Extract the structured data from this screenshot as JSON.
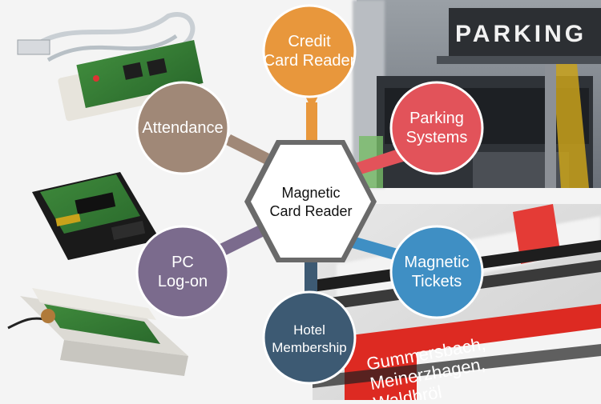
{
  "center": {
    "line1": "Magnetic",
    "line2": "Card Reader"
  },
  "nodes": [
    {
      "id": "credit-card-reader",
      "line1": "Credit",
      "line2": "Card Reader",
      "color": "#e8973c"
    },
    {
      "id": "parking-systems",
      "line1": "Parking",
      "line2": "Systems",
      "color": "#e2535a"
    },
    {
      "id": "magnetic-tickets",
      "line1": "Magnetic",
      "line2": "Tickets",
      "color": "#3f8fc4"
    },
    {
      "id": "hotel-membership",
      "line1": "Hotel",
      "line2": "Membership",
      "color": "#3d5a73"
    },
    {
      "id": "pc-log-on",
      "line1": "PC",
      "line2": "Log-on",
      "color": "#7b6b8d"
    },
    {
      "id": "attendance",
      "line1": "Attendance",
      "line2": "",
      "color": "#a08877"
    }
  ],
  "photos": {
    "parking_sign": "PARKING",
    "ticket_lines": [
      "Gummersbach,",
      "Meinerzhagen,",
      "Waldbröl"
    ]
  },
  "colors": {
    "background": "#f4f4f4",
    "hexagon_fill": "#ffffff"
  }
}
